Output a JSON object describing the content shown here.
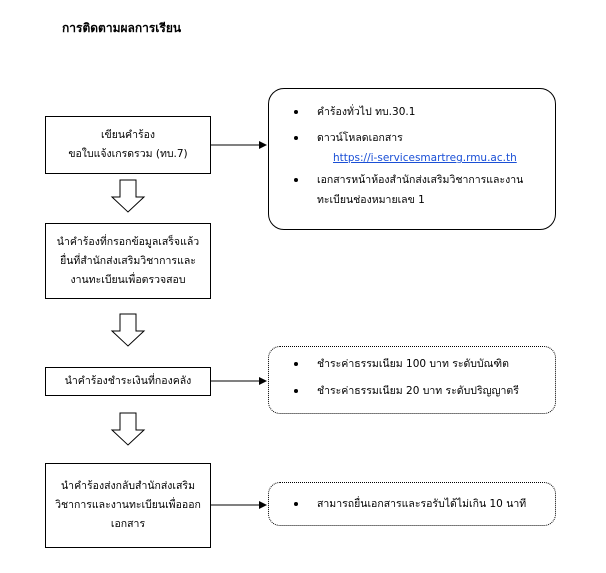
{
  "title": "การติดตามผลการเรียน",
  "steps": [
    {
      "lines": [
        "เขียนคำร้อง",
        "ขอใบแจ้งเกรดรวม (ทบ.7)"
      ]
    },
    {
      "lines": [
        "นำคำร้องที่กรอกข้อมูลเสร็จแล้ว",
        "ยื่นที่สำนักส่งเสริมวิชาการและ",
        "งานทะเบียนเพื่อตรวจสอบ"
      ]
    },
    {
      "lines": [
        "นำคำร้องชำระเงินที่กองคลัง"
      ]
    },
    {
      "lines": [
        "นำคำร้องส่งกลับสำนักส่งเสริม",
        "วิชาการและงานทะเบียนเพื่อออก",
        "เอกสาร"
      ]
    }
  ],
  "notes": [
    {
      "items": [
        {
          "text": "คำร้องทั่วไป ทบ.30.1"
        },
        {
          "text": "ดาวน์โหลดเอกสาร",
          "link": "https://i-servicesmartreg.rmu.ac.th"
        },
        {
          "text": "เอกสารหน้าห้องสำนักส่งเสริมวิชาการและงาน",
          "cont": "ทะเบียนช่องหมายเลข 1"
        }
      ]
    },
    {
      "items": [
        {
          "text": "ชำระค่าธรรมเนียม 100 บาท ระดับบัณฑิต"
        },
        {
          "text": "ชำระค่าธรรมเนียม 20 บาท ระดับปริญญาตรี"
        }
      ]
    },
    {
      "items": [
        {
          "text": "สามารถยื่นเอกสารและรอรับได้ไม่เกิน 10 นาที"
        }
      ]
    }
  ]
}
